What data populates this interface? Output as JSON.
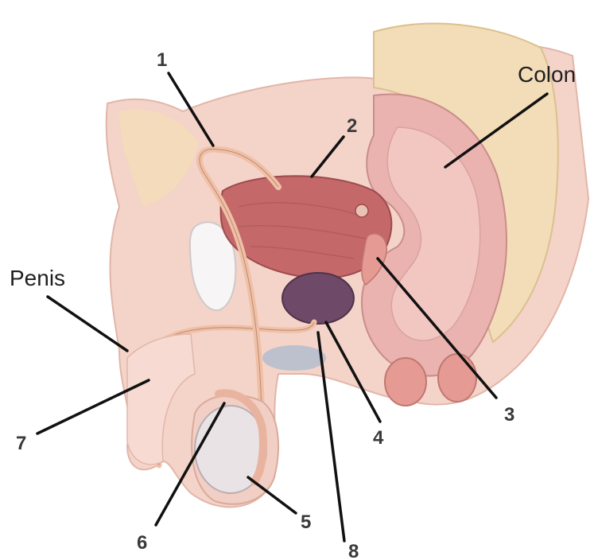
{
  "labels": {
    "colon": "Colon",
    "penis": "Penis",
    "n1": "1",
    "n2": "2",
    "n3": "3",
    "n4": "4",
    "n5": "5",
    "n6": "6",
    "n7": "7",
    "n8": "8"
  },
  "colors": {
    "skin": "#f4d3c9",
    "skin_dark": "#e8b8aa",
    "fat": "#f3dcb8",
    "colon_wall": "#eab3b0",
    "colon_inner": "#f2c7c2",
    "bladder": "#c4686a",
    "prostate": "#6e4a68",
    "testis": "#e9e3e6",
    "tube": "#f0c0a6",
    "tube_edge": "#b98a72",
    "leader": "#111111",
    "blue_tint": "#8fb0cf"
  }
}
